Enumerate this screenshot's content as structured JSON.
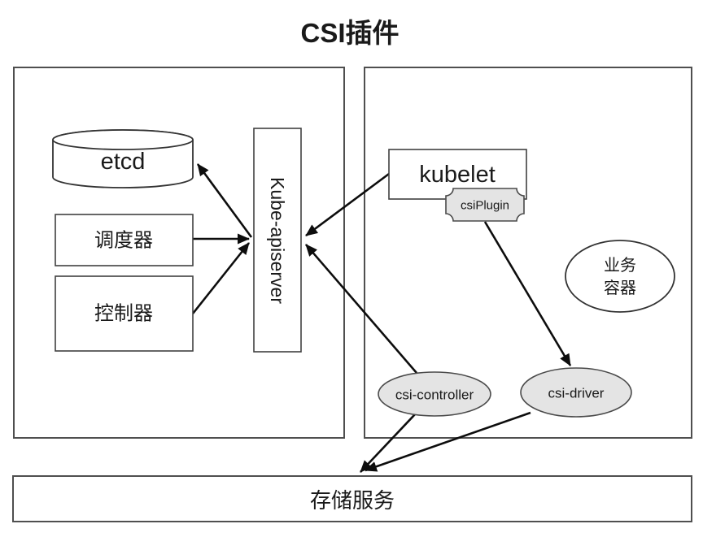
{
  "title": "CSI插件",
  "colors": {
    "background": "#ffffff",
    "container_border": "#4f4f4f",
    "node_border": "#404040",
    "node_fill_white": "#ffffff",
    "node_fill_gray": "#e4e4e4",
    "arrow": "#0d0d0d",
    "text": "#1a1a1a"
  },
  "nodes": {
    "etcd": {
      "label": "etcd"
    },
    "scheduler": {
      "label": "调度器"
    },
    "controller": {
      "label": "控制器"
    },
    "kube_apiserver": {
      "label": "Kube-apiserver"
    },
    "kubelet": {
      "label": "kubelet"
    },
    "csi_plugin": {
      "label": "csiPlugin"
    },
    "business_container": {
      "lines": [
        "业务",
        "容器"
      ]
    },
    "csi_controller": {
      "label": "csi-controller"
    },
    "csi_driver": {
      "label": "csi-driver"
    },
    "storage_service": {
      "label": "存储服务"
    }
  },
  "edges": [
    {
      "from": "kube_apiserver",
      "to": "etcd"
    },
    {
      "from": "scheduler",
      "to": "kube_apiserver"
    },
    {
      "from": "controller",
      "to": "kube_apiserver"
    },
    {
      "from": "kubelet",
      "to": "kube_apiserver"
    },
    {
      "from": "csi_controller",
      "to": "kube_apiserver"
    },
    {
      "from": "csi_plugin",
      "to": "csi_driver"
    },
    {
      "from": "csi_controller",
      "to": "storage_service"
    },
    {
      "from": "csi_driver",
      "to": "storage_service"
    }
  ]
}
